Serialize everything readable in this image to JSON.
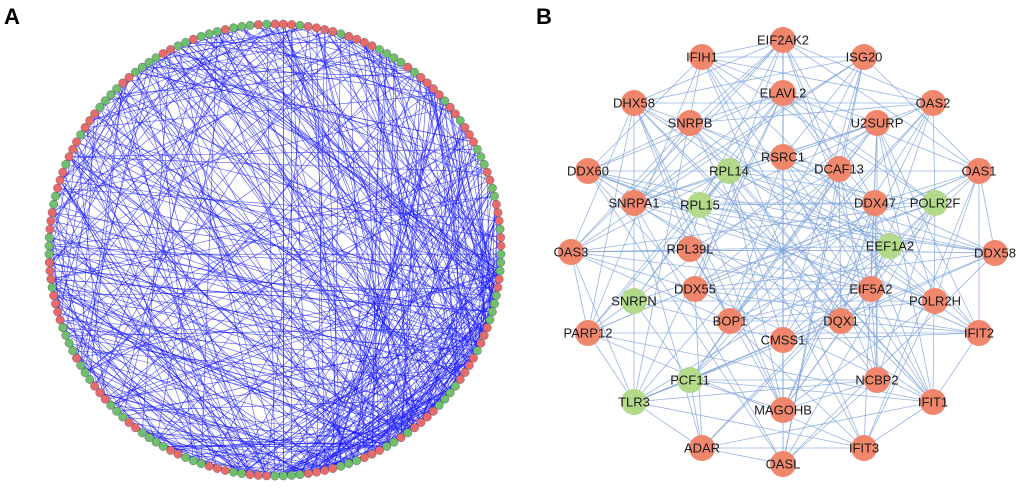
{
  "panels": {
    "a_label": "A",
    "b_label": "B"
  },
  "colors": {
    "upregulated": "#f0876c",
    "downregulated": "#b3d98a",
    "edge_a": "#1a1aff",
    "edge_b": "#7ea3d9",
    "a_node_red": "#e86a6a",
    "a_node_green": "#6fbf6f"
  },
  "network_b": {
    "nodes": [
      {
        "name": "EIF2AK2",
        "group": "up"
      },
      {
        "name": "IFIH1",
        "group": "up"
      },
      {
        "name": "ISG20",
        "group": "up"
      },
      {
        "name": "DHX58",
        "group": "up"
      },
      {
        "name": "ELAVL2",
        "group": "up"
      },
      {
        "name": "OAS2",
        "group": "up"
      },
      {
        "name": "SNRPB",
        "group": "up"
      },
      {
        "name": "U2SURP",
        "group": "up"
      },
      {
        "name": "RSRC1",
        "group": "up"
      },
      {
        "name": "DCAF13",
        "group": "up"
      },
      {
        "name": "RPL14",
        "group": "down"
      },
      {
        "name": "DDX60",
        "group": "up"
      },
      {
        "name": "OAS1",
        "group": "up"
      },
      {
        "name": "SNRPA1",
        "group": "up"
      },
      {
        "name": "RPL15",
        "group": "down"
      },
      {
        "name": "DDX47",
        "group": "up"
      },
      {
        "name": "POLR2F",
        "group": "down"
      },
      {
        "name": "OAS3",
        "group": "up"
      },
      {
        "name": "RPL39L",
        "group": "up"
      },
      {
        "name": "EEF1A2",
        "group": "down"
      },
      {
        "name": "DDX58",
        "group": "up"
      },
      {
        "name": "DDX55",
        "group": "up"
      },
      {
        "name": "EIF5A2",
        "group": "up"
      },
      {
        "name": "SNRPN",
        "group": "down"
      },
      {
        "name": "POLR2H",
        "group": "up"
      },
      {
        "name": "BOP1",
        "group": "up"
      },
      {
        "name": "DQX1",
        "group": "up"
      },
      {
        "name": "PARP12",
        "group": "up"
      },
      {
        "name": "IFIT2",
        "group": "up"
      },
      {
        "name": "CMSS1",
        "group": "up"
      },
      {
        "name": "PCF11",
        "group": "down"
      },
      {
        "name": "NCBP2",
        "group": "up"
      },
      {
        "name": "TLR3",
        "group": "down"
      },
      {
        "name": "IFIT1",
        "group": "up"
      },
      {
        "name": "MAGOHB",
        "group": "up"
      },
      {
        "name": "ADAR",
        "group": "up"
      },
      {
        "name": "IFIT3",
        "group": "up"
      },
      {
        "name": "OASL",
        "group": "up"
      }
    ]
  }
}
